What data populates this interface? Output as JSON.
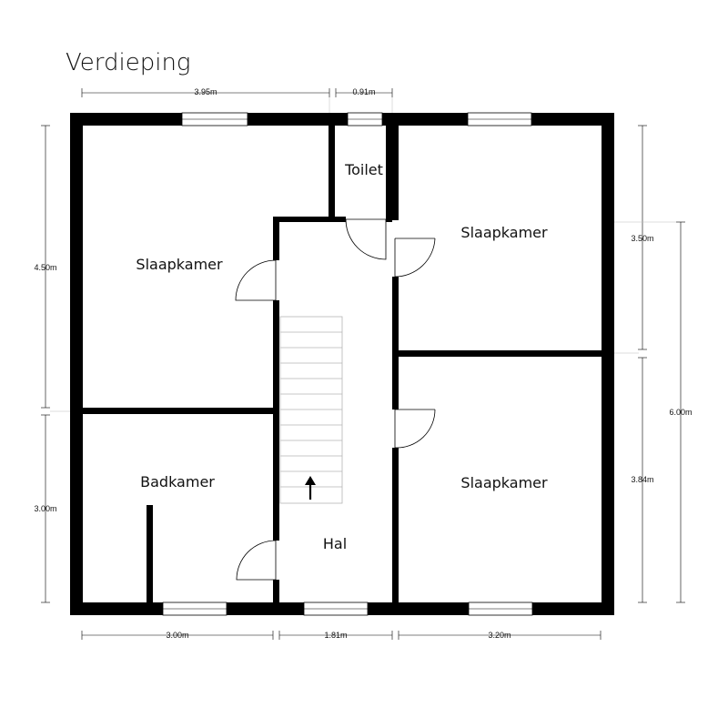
{
  "floor": {
    "title": "Verdieping"
  },
  "rooms": {
    "toilet": "Toilet",
    "bedroom_top_left": "Slaapkamer",
    "bedroom_top_right": "Slaapkamer",
    "bedroom_bottom_right": "Slaapkamer",
    "bathroom": "Badkamer",
    "hall": "Hal"
  },
  "dimensions": {
    "top_left_width": "3.95m",
    "toilet_width": "0.91m",
    "left_upper_height": "4.50m",
    "left_lower_height": "3.00m",
    "right_upper_height": "3.50m",
    "right_lower_height": "3.84m",
    "right_total_height": "6.00m",
    "bottom_left_width": "3.00m",
    "bottom_middle_width": "1.81m",
    "bottom_right_width": "3.20m"
  },
  "icons": {
    "stair_direction": "arrow-up-icon"
  },
  "colors": {
    "wall": "#000000",
    "background": "#ffffff"
  }
}
